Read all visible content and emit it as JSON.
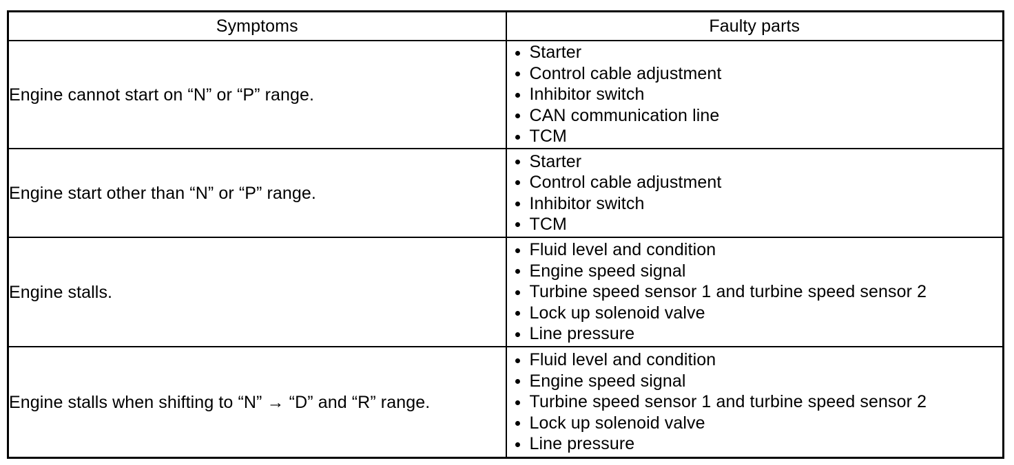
{
  "table": {
    "columns": [
      {
        "key": "symptoms",
        "label": "Symptoms"
      },
      {
        "key": "parts",
        "label": "Faulty parts"
      }
    ],
    "rows": [
      {
        "symptom": "Engine cannot start on “N” or “P” range.",
        "parts": [
          "Starter",
          "Control cable adjustment",
          "Inhibitor switch",
          "CAN communication line",
          "TCM"
        ]
      },
      {
        "symptom": "Engine start other than “N” or “P” range.",
        "parts": [
          "Starter",
          "Control cable adjustment",
          "Inhibitor switch",
          "TCM"
        ]
      },
      {
        "symptom": "Engine stalls.",
        "parts": [
          "Fluid level and condition",
          "Engine speed signal",
          "Turbine speed sensor 1 and turbine speed sensor 2",
          "Lock up solenoid valve",
          "Line pressure"
        ]
      },
      {
        "symptom": "Engine stalls when shifting to “N” → “D” and “R” range.",
        "parts": [
          "Fluid level and condition",
          "Engine speed signal",
          "Turbine speed sensor 1 and turbine speed sensor 2",
          "Lock up solenoid valve",
          "Line pressure"
        ]
      }
    ]
  },
  "colors": {
    "border": "#000000",
    "text": "#000000",
    "background": "#ffffff"
  }
}
